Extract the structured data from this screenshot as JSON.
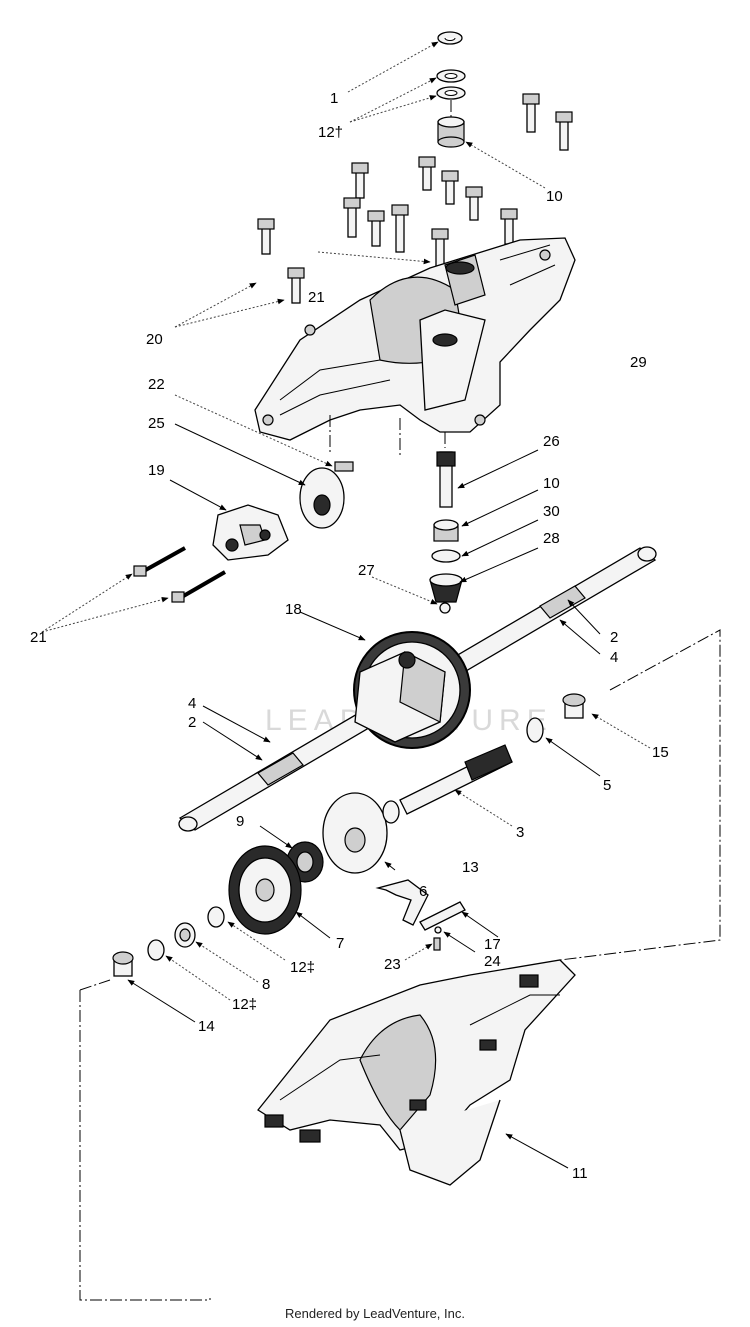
{
  "watermark": "LEADVENTURE",
  "footer": "Rendered by LeadVenture, Inc.",
  "callouts": {
    "c1": "1",
    "c12dag": "12†",
    "c10a": "10",
    "c20": "20",
    "c21a": "21",
    "c29": "29",
    "c22": "22",
    "c25": "25",
    "c19": "19",
    "c26": "26",
    "c10b": "10",
    "c30": "30",
    "c28": "28",
    "c27": "27",
    "c21b": "21",
    "c18": "18",
    "c2a": "2",
    "c4a": "4",
    "c4b": "4",
    "c2b": "2",
    "c15": "15",
    "c5": "5",
    "c3": "3",
    "c9": "9",
    "c13": "13",
    "c6": "6",
    "c7": "7",
    "c17": "17",
    "c12ddag1": "12‡",
    "c24": "24",
    "c23": "23",
    "c8": "8",
    "c12ddag2": "12‡",
    "c14": "14",
    "c11": "11"
  }
}
